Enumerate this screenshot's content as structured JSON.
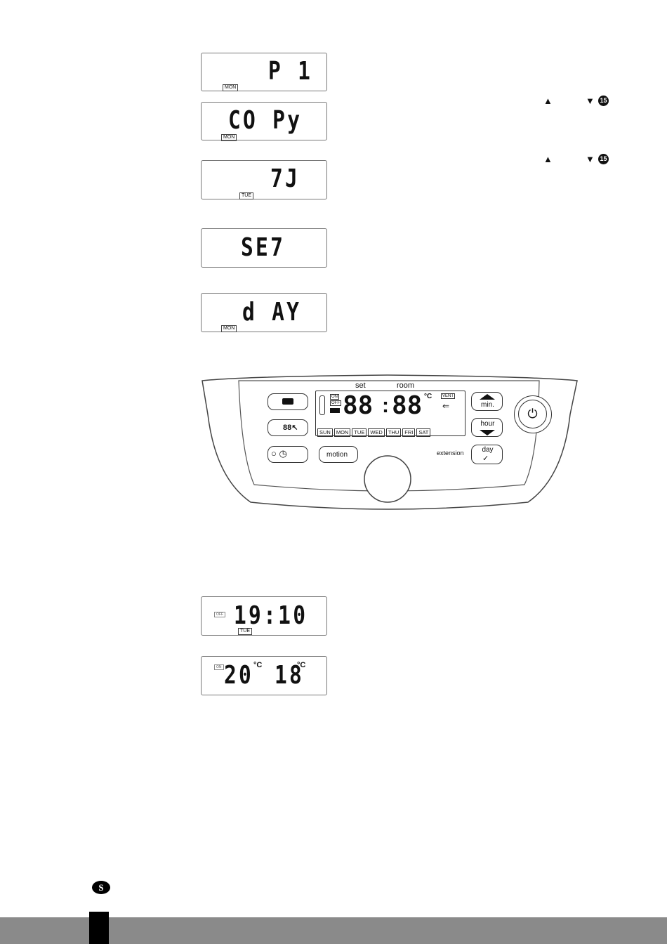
{
  "displays": {
    "p1": {
      "text": "P 1",
      "day": "MON"
    },
    "copy": {
      "text": "CO Py",
      "day": "MON"
    },
    "seven": {
      "text": "7J",
      "day": "TUE"
    },
    "set": {
      "text": "SE7"
    },
    "day": {
      "text": "d AY",
      "day": "MON"
    },
    "time": {
      "text": "19:10",
      "tag": "OFF",
      "day": "TUE"
    },
    "temp": {
      "set": "20",
      "room": "18",
      "unit": "°C",
      "tag": "ON"
    }
  },
  "instructions": {
    "row1": {
      "up": "▲",
      "down": "▼",
      "ref": "⓯"
    },
    "row2": {
      "up": "▲",
      "down": "▼",
      "ref": "⓯"
    }
  },
  "panel": {
    "label_set": "set",
    "label_room": "room",
    "lcd_digits_left": "88",
    "lcd_digits_right": "88",
    "colon": ":",
    "unit": "°C",
    "on": "ON",
    "off": "OFF",
    "vent": "VENT",
    "days": [
      "SUN",
      "MON",
      "TUE",
      "WED",
      "THU",
      "FRI",
      "SAT"
    ],
    "btn_min": "min.",
    "btn_hour": "hour",
    "btn_day": "day",
    "extension": "extension",
    "motion": "motion",
    "power_glyph": "⏻"
  },
  "footer": {
    "language": "S"
  }
}
